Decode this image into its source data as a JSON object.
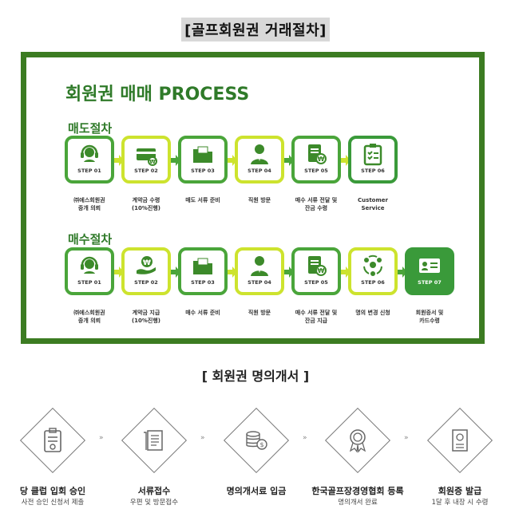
{
  "page_title": "[골프회원권 거래절차]",
  "process": {
    "title": "회원권 매매 PROCESS",
    "sell_label": "매도절차",
    "buy_label": "매수절차",
    "sell_steps": [
      {
        "step": "STEP 01",
        "caption": "㈜에스회원권\n중개 의뢰",
        "icon": "headset-icon"
      },
      {
        "step": "STEP 02",
        "caption": "계약금 수령\n(10%진행)",
        "icon": "card-icon"
      },
      {
        "step": "STEP 03",
        "caption": "매도 서류 준비",
        "icon": "folder-icon"
      },
      {
        "step": "STEP 04",
        "caption": "직원 방문",
        "icon": "agent-icon"
      },
      {
        "step": "STEP 05",
        "caption": "매수 서류 전달 및\n잔금 수령",
        "icon": "document-won-icon"
      },
      {
        "step": "STEP 06",
        "caption": "Customer\nService",
        "icon": "clipboard-icon"
      }
    ],
    "buy_steps": [
      {
        "step": "STEP 01",
        "caption": "㈜에스회원권\n중개 의뢰",
        "icon": "headset-icon"
      },
      {
        "step": "STEP 02",
        "caption": "계약금 지급\n(10%진행)",
        "icon": "hand-won-icon"
      },
      {
        "step": "STEP 03",
        "caption": "매수 서류 준비",
        "icon": "folder-icon"
      },
      {
        "step": "STEP 04",
        "caption": "직원 방문",
        "icon": "agent-icon"
      },
      {
        "step": "STEP 05",
        "caption": "매수 서류 전달 및\n잔금 지급",
        "icon": "document-won-icon"
      },
      {
        "step": "STEP 06",
        "caption": "명의 변경 신청",
        "icon": "people-cycle-icon"
      },
      {
        "step": "STEP 07",
        "caption": "회원증서 및\n카드수령",
        "icon": "id-card-icon"
      }
    ]
  },
  "transfer": {
    "title": "[ 회원권 명의개서 ]",
    "chevron": "»",
    "steps": [
      {
        "label": "당 클럽 입회 승인",
        "sub": "사전 승인 신청서 제출",
        "icon": "clipboard-check-icon"
      },
      {
        "label": "서류접수",
        "sub": "우편 및 방문접수",
        "icon": "documents-icon"
      },
      {
        "label": "명의개서료 입금",
        "sub": "",
        "icon": "coins-icon"
      },
      {
        "label": "한국골프장경영협회 등록",
        "sub": "명의개서 완료",
        "icon": "badge-icon"
      },
      {
        "label": "회원증 발급",
        "sub": "1달 후 내장 시 수령",
        "icon": "certificate-icon"
      }
    ]
  },
  "colors": {
    "brand_green": "#3c7c22",
    "step_green": "#4aa53a",
    "lime": "#cde32e"
  }
}
